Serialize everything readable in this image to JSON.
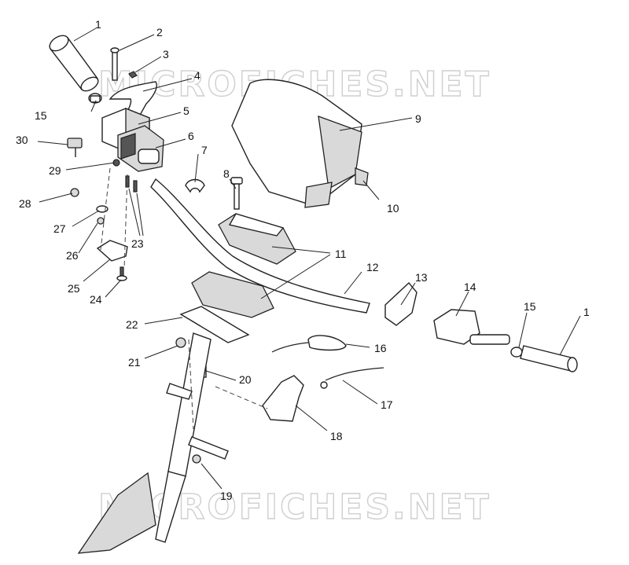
{
  "watermark_text": "MICROFICHES.NET",
  "callouts": [
    {
      "id": "c1a",
      "text": "1"
    },
    {
      "id": "c2",
      "text": "2"
    },
    {
      "id": "c3",
      "text": "3"
    },
    {
      "id": "c4",
      "text": "4"
    },
    {
      "id": "c5",
      "text": "5"
    },
    {
      "id": "c6",
      "text": "6"
    },
    {
      "id": "c7",
      "text": "7"
    },
    {
      "id": "c8",
      "text": "8"
    },
    {
      "id": "c9",
      "text": "9"
    },
    {
      "id": "c10",
      "text": "10"
    },
    {
      "id": "c11",
      "text": "11"
    },
    {
      "id": "c12",
      "text": "12"
    },
    {
      "id": "c13",
      "text": "13"
    },
    {
      "id": "c14",
      "text": "14"
    },
    {
      "id": "c15a",
      "text": "15"
    },
    {
      "id": "c15b",
      "text": "15"
    },
    {
      "id": "c1b",
      "text": "1"
    },
    {
      "id": "c16",
      "text": "16"
    },
    {
      "id": "c17",
      "text": "17"
    },
    {
      "id": "c18",
      "text": "18"
    },
    {
      "id": "c19",
      "text": "19"
    },
    {
      "id": "c20",
      "text": "20"
    },
    {
      "id": "c21",
      "text": "21"
    },
    {
      "id": "c22",
      "text": "22"
    },
    {
      "id": "c23",
      "text": "23"
    },
    {
      "id": "c24",
      "text": "24"
    },
    {
      "id": "c25",
      "text": "25"
    },
    {
      "id": "c26",
      "text": "26"
    },
    {
      "id": "c27",
      "text": "27"
    },
    {
      "id": "c28",
      "text": "28"
    },
    {
      "id": "c29",
      "text": "29"
    },
    {
      "id": "c30",
      "text": "30"
    }
  ]
}
